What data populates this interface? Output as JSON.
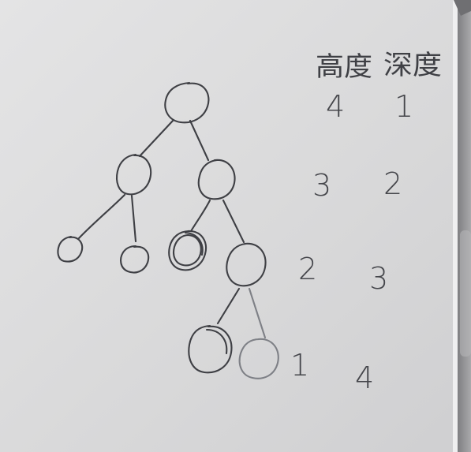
{
  "board": {
    "background": "#d9d9da",
    "ink_color": "#3e3f44"
  },
  "table": {
    "headers": [
      "高度",
      "深度"
    ],
    "rows": [
      {
        "height": "4",
        "depth": "1"
      },
      {
        "height": "3",
        "depth": "2"
      },
      {
        "height": "2",
        "depth": "3"
      },
      {
        "height": "1",
        "depth": "4"
      }
    ]
  },
  "tree": {
    "levels": 4,
    "nodes": [
      {
        "id": "n1",
        "level": 1,
        "parent": null
      },
      {
        "id": "n2",
        "level": 2,
        "parent": "n1"
      },
      {
        "id": "n3",
        "level": 2,
        "parent": "n1"
      },
      {
        "id": "n4",
        "level": 3,
        "parent": "n2"
      },
      {
        "id": "n5",
        "level": 3,
        "parent": "n2"
      },
      {
        "id": "n6",
        "level": 3,
        "parent": "n3"
      },
      {
        "id": "n7",
        "level": 3,
        "parent": "n3"
      },
      {
        "id": "n8",
        "level": 4,
        "parent": "n7"
      },
      {
        "id": "n9",
        "level": 4,
        "parent": "n7"
      }
    ]
  }
}
